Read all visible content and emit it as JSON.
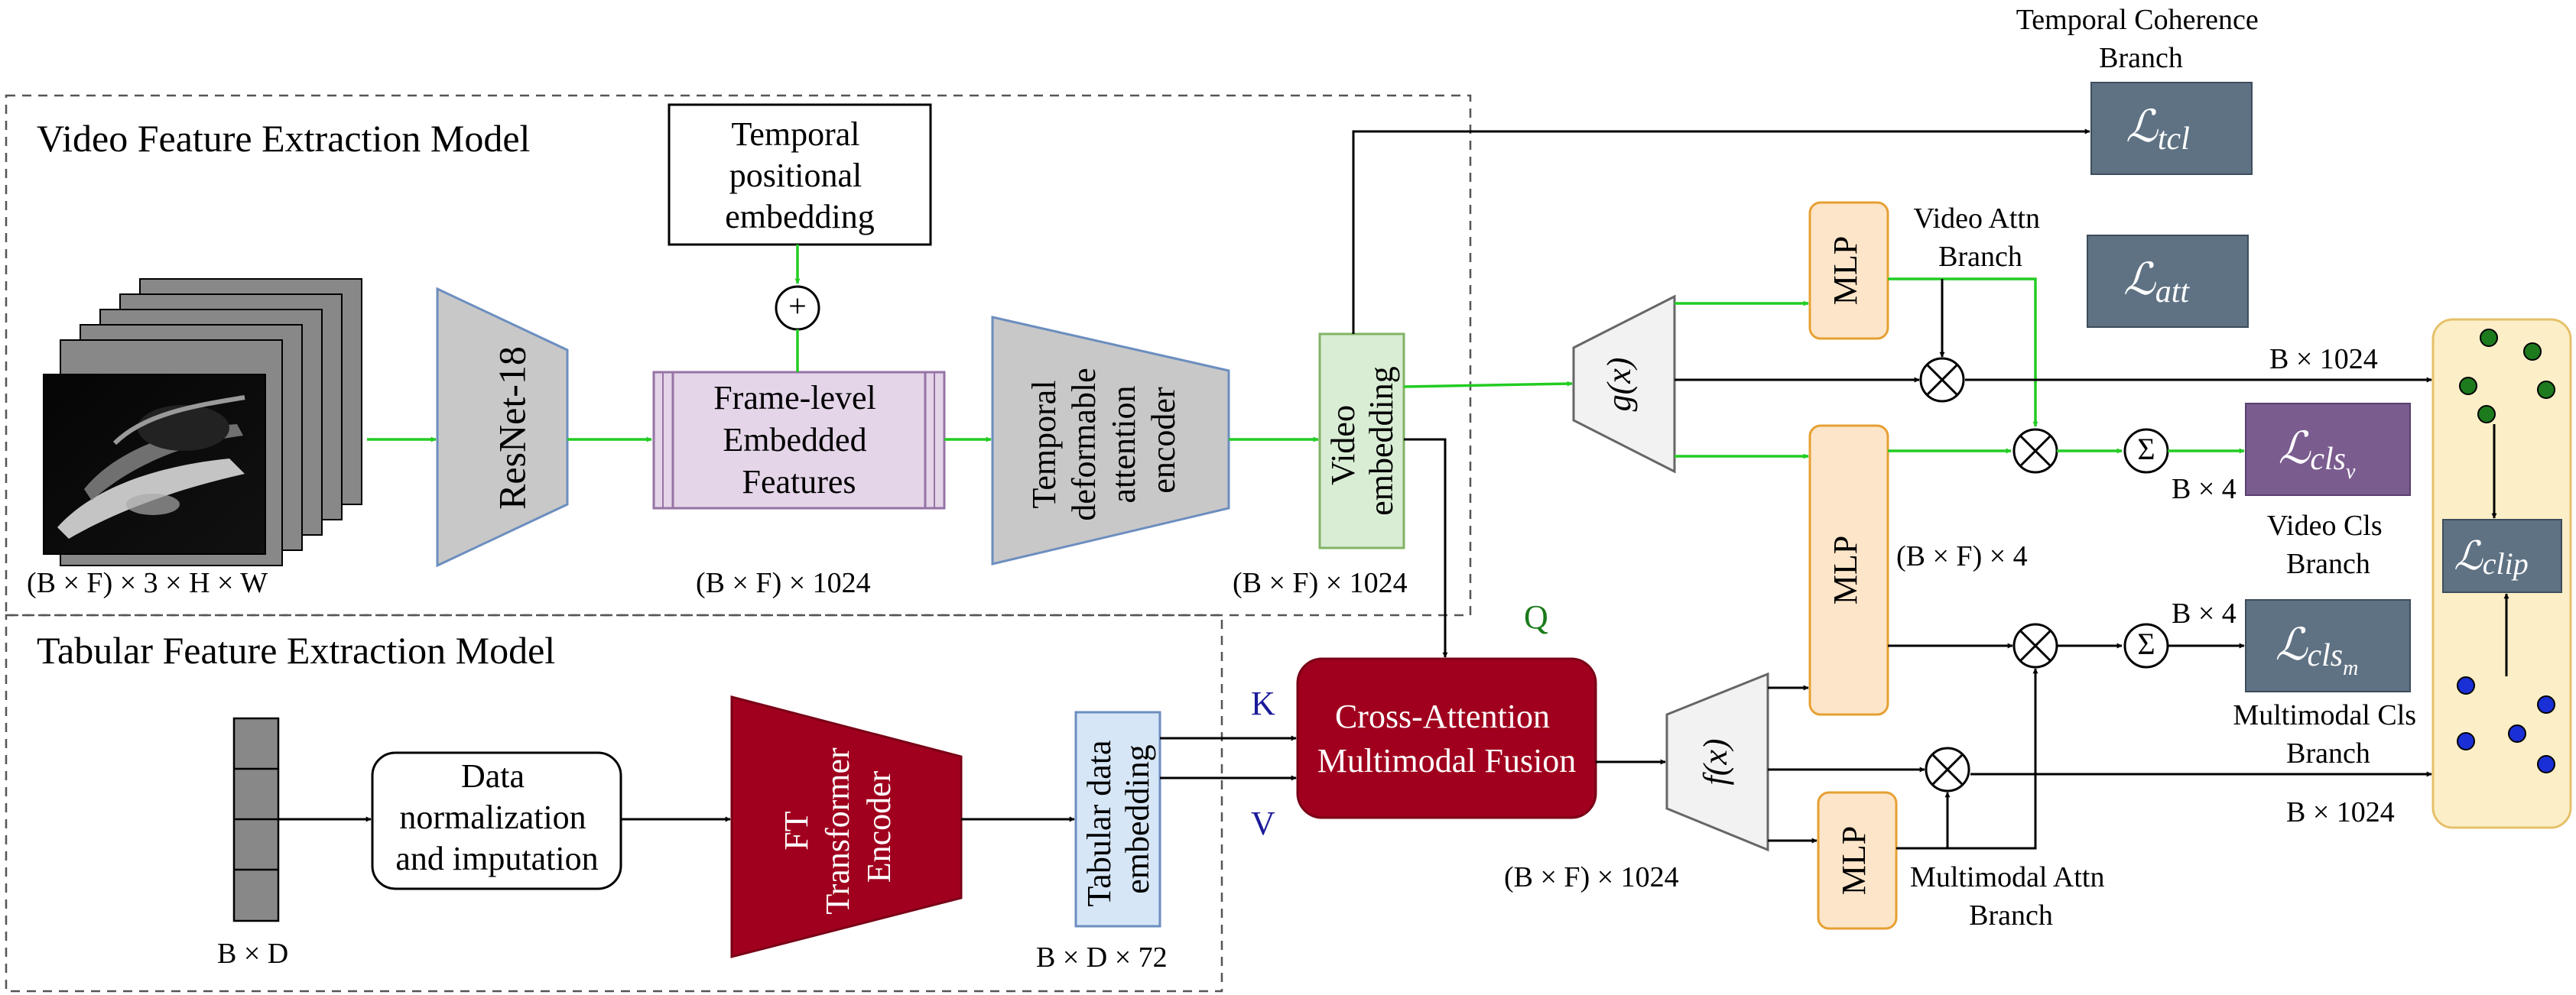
{
  "sections": {
    "video_model_title": "Video Feature Extraction Model",
    "tabular_model_title": "Tabular Feature Extraction Model"
  },
  "nodes": {
    "temporal_positional_embedding": [
      "Temporal",
      "positional",
      "embedding"
    ],
    "resnet": "ResNet-18",
    "frame_level_features": [
      "Frame-level",
      "Embedded",
      "Features"
    ],
    "temporal_encoder": [
      "Temporal",
      "deformable",
      "attention",
      "encoder"
    ],
    "video_embedding": [
      "Video",
      "embedding"
    ],
    "data_normalization": [
      "Data",
      "normalization",
      "and imputation"
    ],
    "ft_transformer": [
      "FT",
      "Transformer",
      "Encoder"
    ],
    "tabular_embedding": [
      "Tabular data",
      "embedding"
    ],
    "cross_attention": [
      "Cross-Attention",
      "Multimodal Fusion"
    ],
    "g_x": "g(x)",
    "f_x": "f(x)",
    "mlp": "MLP",
    "plus": "+",
    "sigma": "Σ"
  },
  "losses": {
    "tcl": {
      "symbol": "ℒ",
      "sub": "tcl"
    },
    "att": {
      "symbol": "ℒ",
      "sub": "att"
    },
    "cls_v": {
      "symbol": "ℒ",
      "sub": "cls",
      "subsub": "v"
    },
    "cls_m": {
      "symbol": "ℒ",
      "sub": "cls",
      "subsub": "m"
    },
    "clip": {
      "symbol": "ℒ",
      "sub": "clip"
    }
  },
  "branch_labels": {
    "temporal_coherence": [
      "Temporal Coherence",
      "Branch"
    ],
    "video_attn": [
      "Video Attn",
      "Branch"
    ],
    "video_cls": [
      "Video Cls",
      "Branch"
    ],
    "multimodal_cls": [
      "Multimodal Cls",
      "Branch"
    ],
    "multimodal_attn": [
      "Multimodal Attn",
      "Branch"
    ]
  },
  "dims": {
    "input_video": "(B × F) × 3 × H × W",
    "frame_features": "(B × F) × 1024",
    "video_embedding": "(B × F) × 1024",
    "fusion_out": "(B × F) × 1024",
    "mlp_out": "(B × F) × 4",
    "video_cls": "B × 4",
    "multimodal_cls": "B × 4",
    "video_clip": "B × 1024",
    "multimodal_clip": "B × 1024",
    "tabular_input": "B × D",
    "tabular_embedding": "B × D × 72"
  },
  "attention_inputs": {
    "q": "Q",
    "k": "K",
    "v": "V"
  },
  "colors": {
    "green_arrow": "#22cc22",
    "maroon": "#a0001e",
    "loss_slate": "#5f7284",
    "loss_purple": "#7a5c8e",
    "mlp_fill": "#fde5c9",
    "mlp_border": "#e6a033",
    "frame_fill": "#e4d5e8",
    "video_emb_fill": "#d9edd4",
    "tab_emb_fill": "#d6e6f7",
    "clip_fill": "#fcefc8",
    "dot_green": "#1d7a1d",
    "dot_blue": "#1a2fd6"
  }
}
